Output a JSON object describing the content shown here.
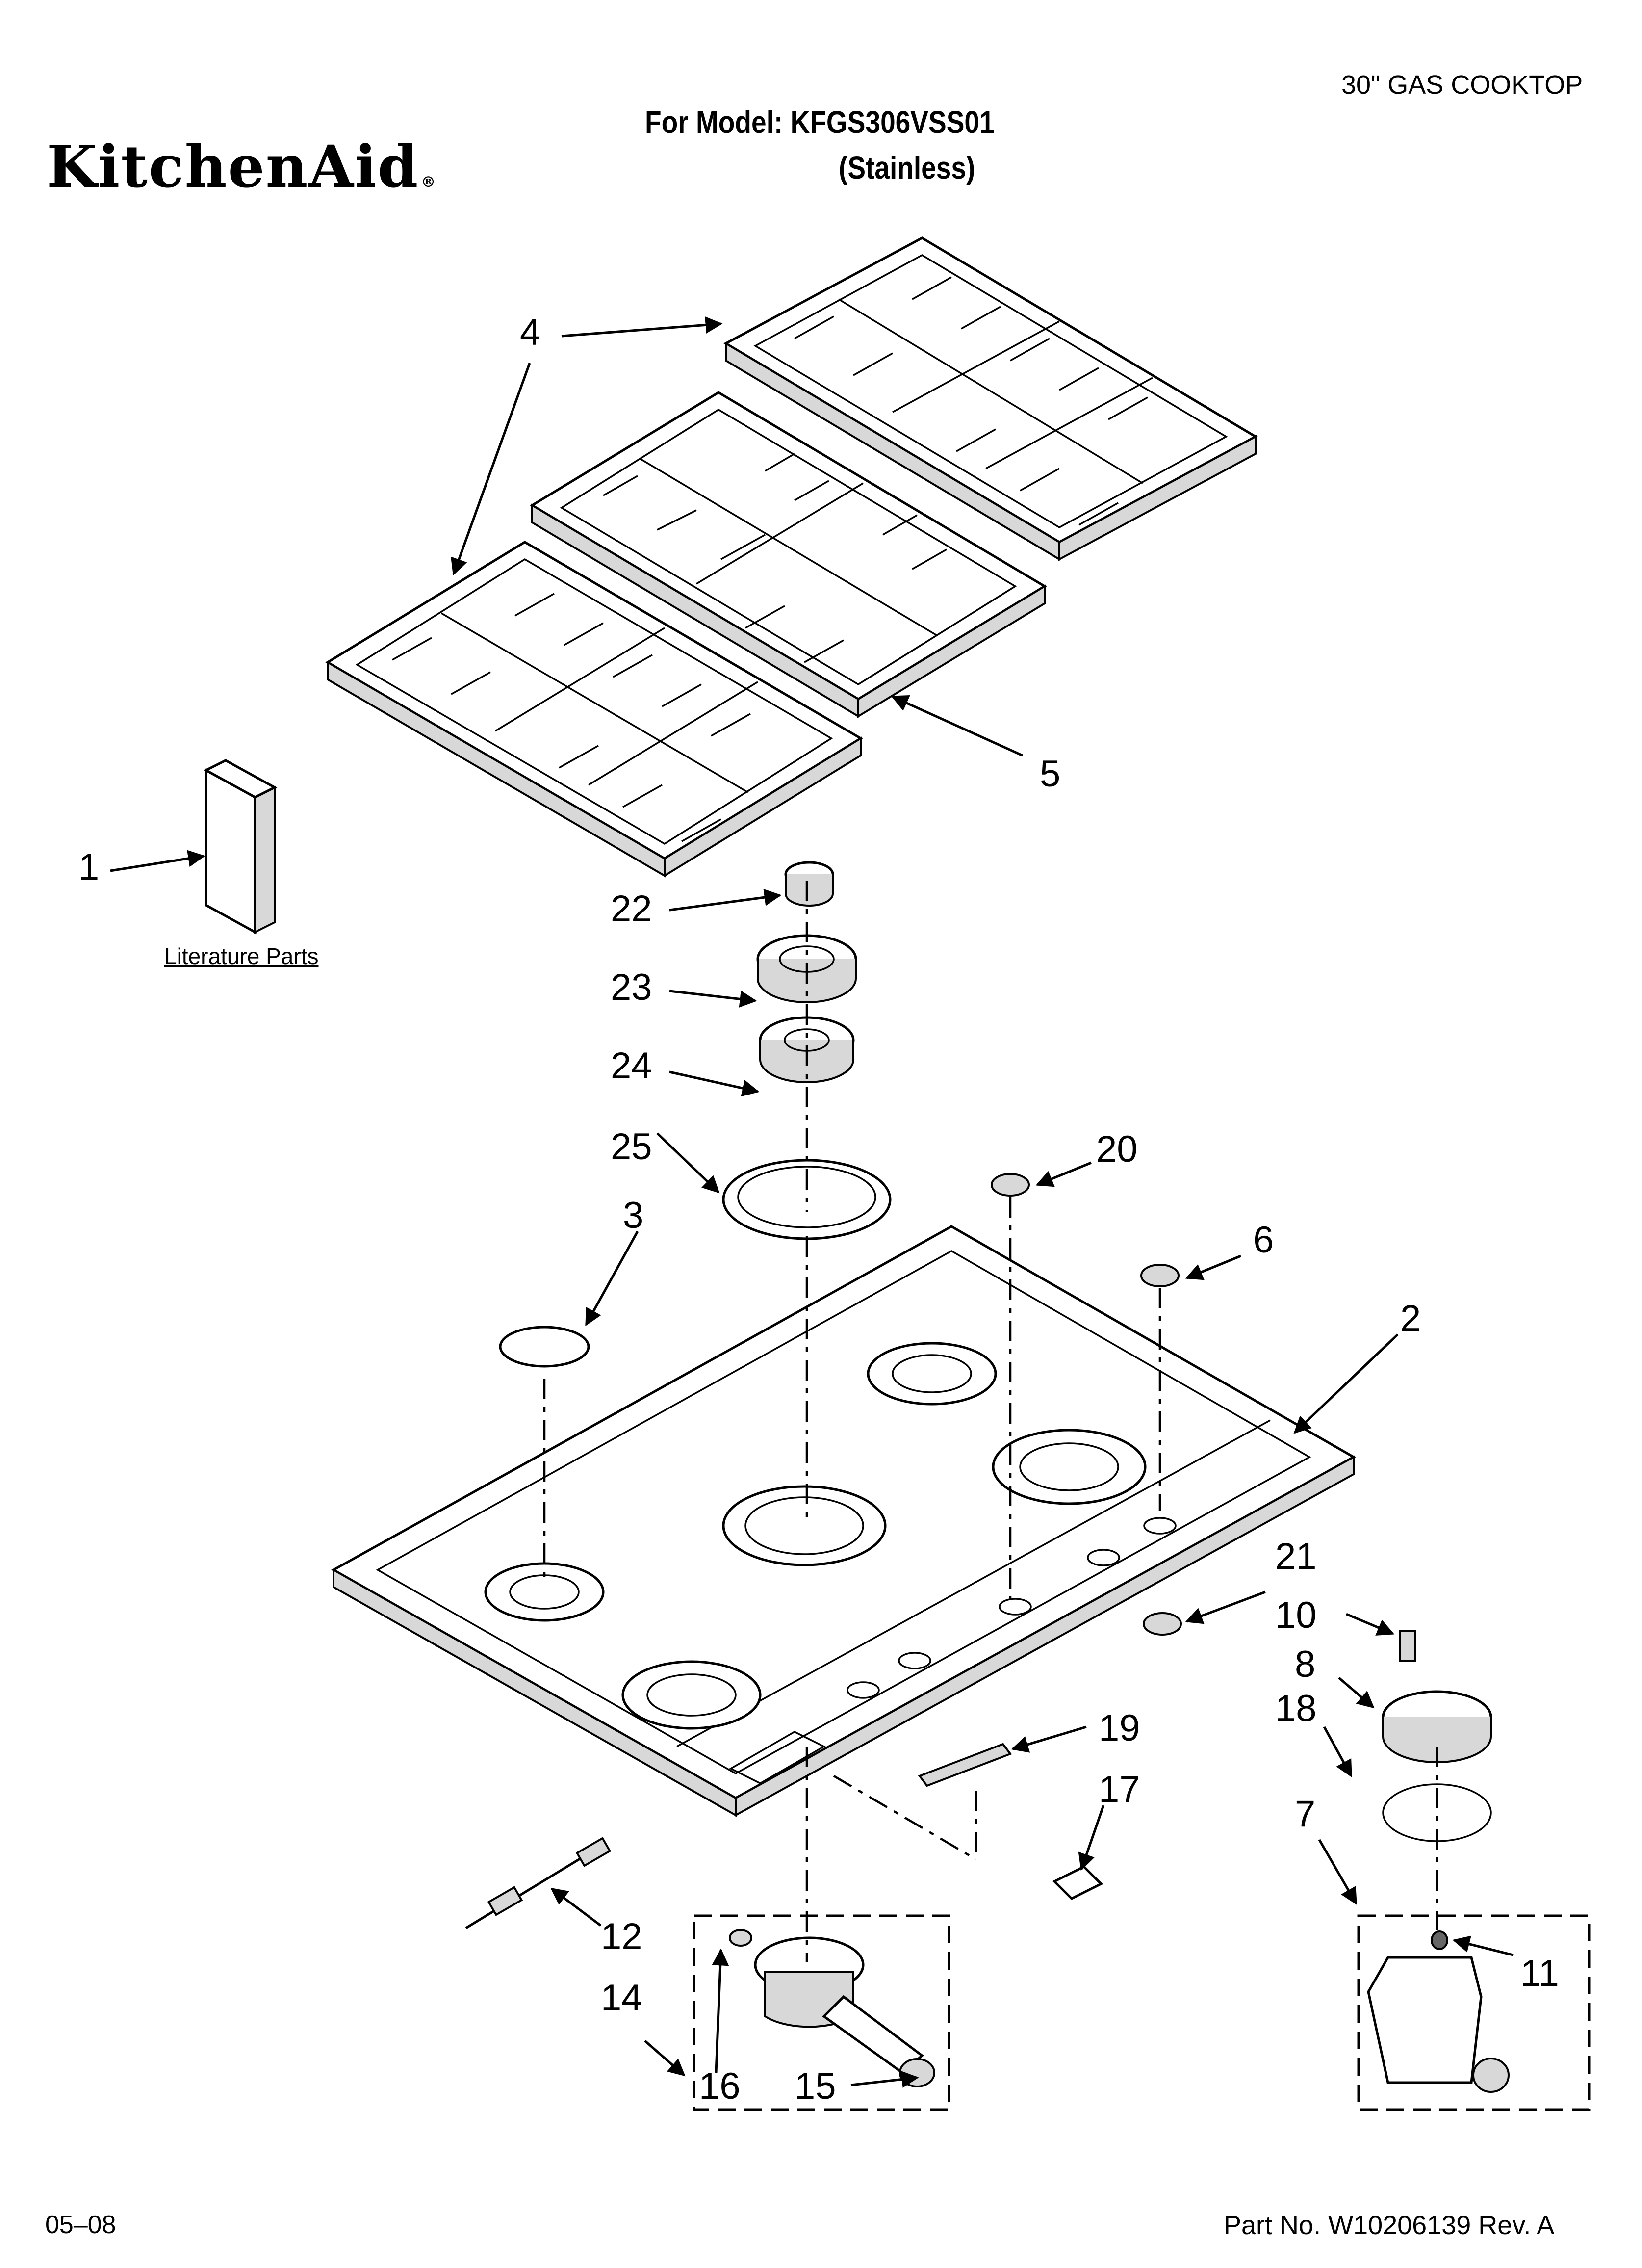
{
  "header": {
    "brand": "KitchenAid",
    "brand_mark": "®",
    "model_line": "For Model: KFGS306VSS01",
    "variant": "(Stainless)",
    "product_title": "30\" GAS COOKTOP"
  },
  "literature_label": "Literature Parts",
  "footer": {
    "date": "05–08",
    "part_number": "Part No. W10206139 Rev. A"
  },
  "callouts": {
    "c1": "1",
    "c2": "2",
    "c3": "3",
    "c4": "4",
    "c5": "5",
    "c6": "6",
    "c7": "7",
    "c8": "8",
    "c10": "10",
    "c11": "11",
    "c12": "12",
    "c14": "14",
    "c15": "15",
    "c16": "16",
    "c17": "17",
    "c18": "18",
    "c19": "19",
    "c20": "20",
    "c21": "21",
    "c22": "22",
    "c23": "23",
    "c24": "24",
    "c25": "25"
  }
}
